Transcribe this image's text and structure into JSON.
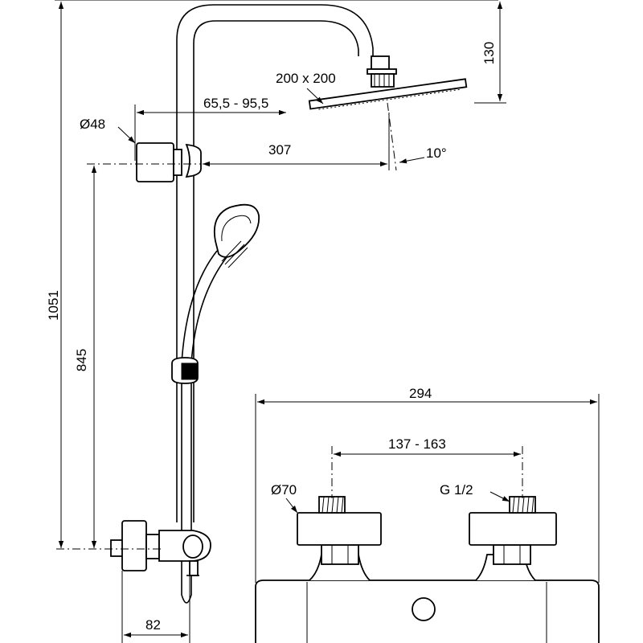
{
  "dimensions": {
    "total_height": "1051",
    "lower_height": "845",
    "head_offset": "130",
    "head_size": "200 x 200",
    "arm_range": "65,5 - 95,5",
    "bracket_diameter": "Ø48",
    "arm_reach": "307",
    "head_angle": "10°",
    "wall_depth": "82",
    "mixer_width": "294",
    "inlet_spacing": "137 - 163",
    "cover_diameter": "Ø70",
    "thread_size": "G 1/2"
  }
}
